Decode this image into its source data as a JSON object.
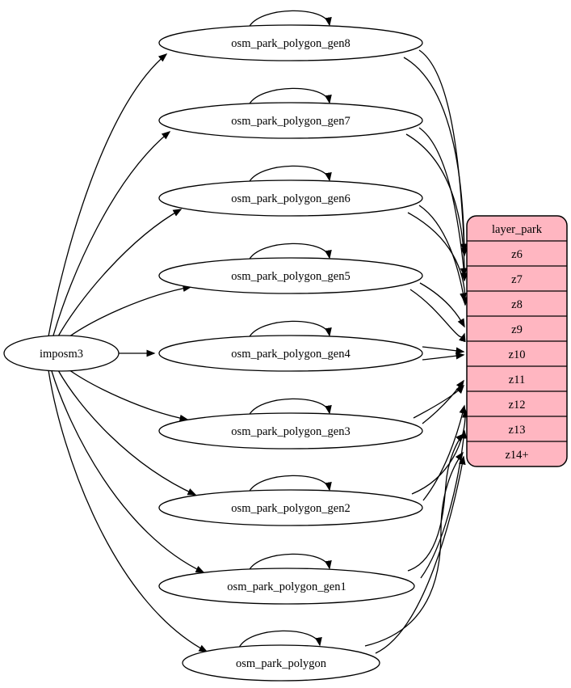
{
  "nodes": {
    "imposm3": "imposm3",
    "gen8": "osm_park_polygon_gen8",
    "gen7": "osm_park_polygon_gen7",
    "gen6": "osm_park_polygon_gen6",
    "gen5": "osm_park_polygon_gen5",
    "gen4": "osm_park_polygon_gen4",
    "gen3": "osm_park_polygon_gen3",
    "gen2": "osm_park_polygon_gen2",
    "gen1": "osm_park_polygon_gen1",
    "base": "osm_park_polygon"
  },
  "table": {
    "title": "layer_park",
    "rows": [
      "z6",
      "z7",
      "z8",
      "z9",
      "z10",
      "z11",
      "z12",
      "z13",
      "z14+"
    ]
  },
  "colors": {
    "table_fill": "#FFB6C1",
    "node_fill": "#FFFFFF",
    "edge_stroke": "#000000"
  },
  "edges": [
    {
      "from": "imposm3",
      "to": "osm_park_polygon_gen8"
    },
    {
      "from": "imposm3",
      "to": "osm_park_polygon_gen7"
    },
    {
      "from": "imposm3",
      "to": "osm_park_polygon_gen6"
    },
    {
      "from": "imposm3",
      "to": "osm_park_polygon_gen5"
    },
    {
      "from": "imposm3",
      "to": "osm_park_polygon_gen4"
    },
    {
      "from": "imposm3",
      "to": "osm_park_polygon_gen3"
    },
    {
      "from": "imposm3",
      "to": "osm_park_polygon_gen2"
    },
    {
      "from": "imposm3",
      "to": "osm_park_polygon_gen1"
    },
    {
      "from": "imposm3",
      "to": "osm_park_polygon"
    },
    {
      "from": "osm_park_polygon_gen8",
      "to": "osm_park_polygon_gen8",
      "type": "self"
    },
    {
      "from": "osm_park_polygon_gen7",
      "to": "osm_park_polygon_gen7",
      "type": "self"
    },
    {
      "from": "osm_park_polygon_gen6",
      "to": "osm_park_polygon_gen6",
      "type": "self"
    },
    {
      "from": "osm_park_polygon_gen5",
      "to": "osm_park_polygon_gen5",
      "type": "self"
    },
    {
      "from": "osm_park_polygon_gen4",
      "to": "osm_park_polygon_gen4",
      "type": "self"
    },
    {
      "from": "osm_park_polygon_gen3",
      "to": "osm_park_polygon_gen3",
      "type": "self"
    },
    {
      "from": "osm_park_polygon_gen2",
      "to": "osm_park_polygon_gen2",
      "type": "self"
    },
    {
      "from": "osm_park_polygon_gen1",
      "to": "osm_park_polygon_gen1",
      "type": "self"
    },
    {
      "from": "osm_park_polygon",
      "to": "osm_park_polygon",
      "type": "self"
    },
    {
      "from": "osm_park_polygon_gen8",
      "to": "layer_park:z6"
    },
    {
      "from": "osm_park_polygon_gen7",
      "to": "layer_park:z7"
    },
    {
      "from": "osm_park_polygon_gen6",
      "to": "layer_park:z8"
    },
    {
      "from": "osm_park_polygon_gen5",
      "to": "layer_park:z9"
    },
    {
      "from": "osm_park_polygon_gen4",
      "to": "layer_park:z10"
    },
    {
      "from": "osm_park_polygon_gen3",
      "to": "layer_park:z11"
    },
    {
      "from": "osm_park_polygon_gen2",
      "to": "layer_park:z12"
    },
    {
      "from": "osm_park_polygon_gen1",
      "to": "layer_park:z13"
    },
    {
      "from": "osm_park_polygon",
      "to": "layer_park:z14+"
    }
  ]
}
